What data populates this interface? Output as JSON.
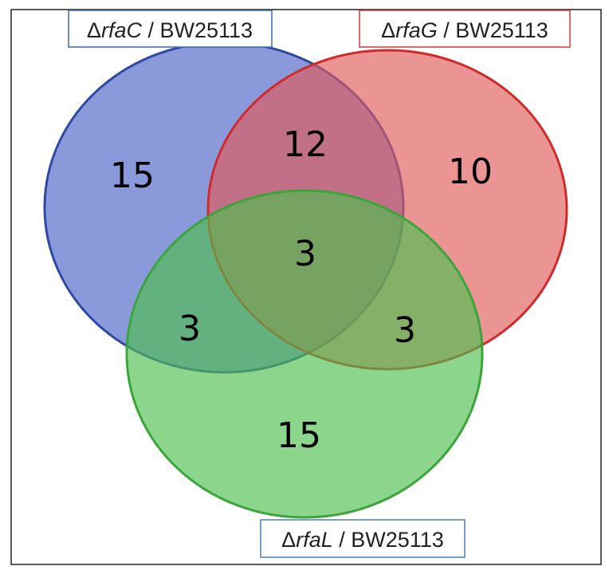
{
  "diagram": {
    "type": "venn-3",
    "sets": [
      {
        "id": "rfaC",
        "label_prefix": "Δ",
        "label_gene": "rfaC",
        "label_suffix": " / BW25113",
        "color": "#4a63c4",
        "border_color": "#2f4aa6"
      },
      {
        "id": "rfaG",
        "label_prefix": "Δ",
        "label_gene": "rfaG",
        "label_suffix": " / BW25113",
        "color": "#df5a5a",
        "border_color": "#d02a2a"
      },
      {
        "id": "rfaL",
        "label_prefix": "Δ",
        "label_gene": "rfaL",
        "label_suffix": " / BW25113",
        "color": "#4fbf4f",
        "border_color": "#3aa53a"
      }
    ],
    "regions": {
      "rfaC_only": "15",
      "rfaG_only": "10",
      "rfaL_only": "15",
      "rfaC_rfaG": "12",
      "rfaC_rfaL": "3",
      "rfaG_rfaL": "3",
      "all_three": "3"
    }
  }
}
